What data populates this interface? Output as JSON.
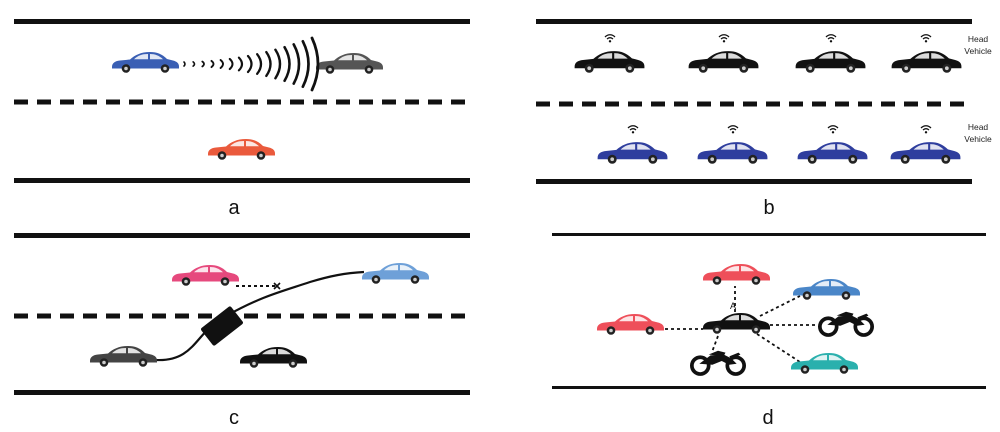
{
  "panels": {
    "a": {
      "label": "a"
    },
    "b": {
      "label": "b",
      "head_vehicle_top_line1": "Head",
      "head_vehicle_top_line2": "Vehicle",
      "head_vehicle_bottom_line1": "Head",
      "head_vehicle_bottom_line2": "Vehicle"
    },
    "c": {
      "label": "c"
    },
    "d": {
      "label": "d",
      "center_car_letter": "A"
    }
  },
  "colors": {
    "road": "#111111",
    "blue_car": "#3a5fb4",
    "gray_car": "#555555",
    "red_car": "#ea5a3c",
    "black_car": "#111111",
    "navy_car": "#2f3e9e",
    "pink_car": "#e6497d",
    "lightblue_car": "#6ea0d8",
    "dark_gray_car": "#444444",
    "coral_car": "#ee4f5a",
    "teal_car": "#2ab0ad",
    "sky_car": "#4a86c8"
  },
  "icons": [
    "car-icon",
    "wifi-icon",
    "motorcycle-icon",
    "signal-wave-icon",
    "truck-icon"
  ]
}
